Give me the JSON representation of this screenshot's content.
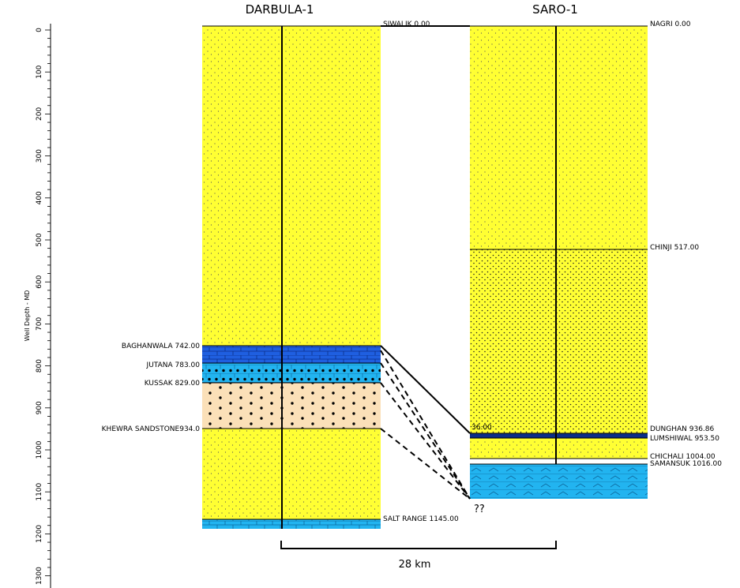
{
  "axis": {
    "label": "Well Depth - MD",
    "min": 0,
    "max": 1300,
    "major_step": 100,
    "tick_labels": [
      "0",
      "100",
      "200",
      "300",
      "400",
      "500",
      "600",
      "700",
      "800",
      "900",
      "1000",
      "1100",
      "1200",
      "1300"
    ]
  },
  "wells": [
    {
      "name": "DARBULA-1",
      "tops": [
        {
          "label": "SIWALIK 0.00",
          "depth": 0
        },
        {
          "label": "BAGHANWALA 742.00",
          "depth": 742
        },
        {
          "label": "JUTANA 783.00",
          "depth": 783
        },
        {
          "label": "KUSSAK 829.00",
          "depth": 829
        },
        {
          "label": "KHEWRA SANDSTONE934.0",
          "depth": 934
        },
        {
          "label": "SALT RANGE 1145.00",
          "depth": 1145
        }
      ]
    },
    {
      "name": "SARO-1",
      "tops": [
        {
          "label": "NAGRI 0.00",
          "depth": 0
        },
        {
          "label": "CHINJI 517.00",
          "depth": 517
        },
        {
          "label": "DUNGHAN 936.86",
          "depth": 936.86
        },
        {
          "label": "LUMSHIWAL 953.50",
          "depth": 953.5
        },
        {
          "label": "CHICHALI 1004.00",
          "depth": 1004
        },
        {
          "label": "SAMANSUK 1016.00",
          "depth": 1016
        }
      ],
      "inline_label": "36.00"
    }
  ],
  "unknown_marker": "??",
  "scale_bar": {
    "label": "28 km"
  },
  "colors": {
    "sand_yellow": "#ffff33",
    "limestone_blue": "#1f5fe0",
    "dolomite_cyan": "#22b4f0",
    "sandstone_tan": "#fbe0b8",
    "line": "#000000"
  }
}
